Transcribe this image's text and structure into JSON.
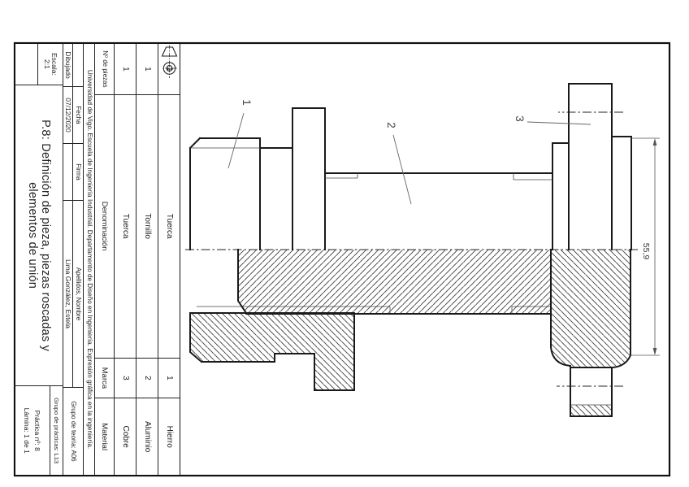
{
  "sheet_title": {
    "line1": "P.8: Definición de pieza, piezas roscadas y",
    "line2": "elementos de unión"
  },
  "university_strip": "Universidad de Vigo. Escuela de Ingeniería Industrial. Departamento de Diseño en Ingeniería. Expresión gráfica en la ingeniería.",
  "title_block": {
    "drawn_label": "Dibujado",
    "date_label": "Fecha",
    "date": "07/12/2020",
    "signature_label": "Firma",
    "author_label": "Apellidos, Nombre",
    "author": "Lima González, Estela",
    "scale_label": "Escala:",
    "scale_value": "2:1",
    "theory_group": "Grupo de teoría: A06",
    "practice_group": "Grupo de prácticas: L13",
    "practice_number": "Práctica nº: 8",
    "sheet_number": "Lámina: 1 de 1"
  },
  "parts_table": {
    "headers": {
      "qty": "Nº de piezas",
      "name": "Denominación",
      "mark": "Marca",
      "material": "Material"
    },
    "rows": [
      {
        "qty": "1",
        "name": "Tuerca",
        "mark": "1",
        "material": "Hierro"
      },
      {
        "qty": "1",
        "name": "Tornillo",
        "mark": "2",
        "material": "Aluminio"
      },
      {
        "qty": "1",
        "name": "Tuerca",
        "mark": "3",
        "material": "Cobre"
      }
    ]
  },
  "drawing": {
    "balloon_1": "1",
    "balloon_2": "2",
    "balloon_3": "3",
    "dimension_value": "55,9"
  },
  "colors": {
    "line": "#1a1a1a",
    "text": "#222222"
  }
}
